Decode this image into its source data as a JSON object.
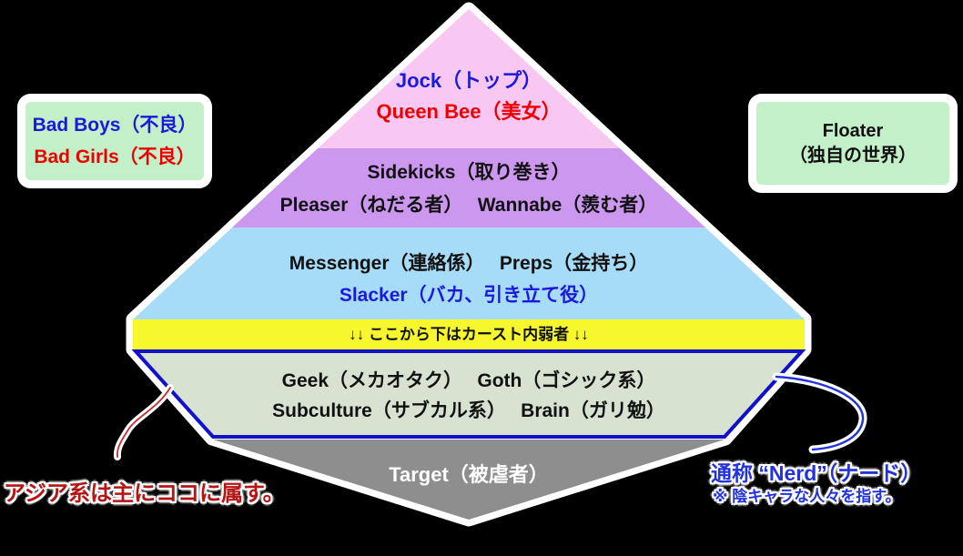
{
  "background_color": "#000000",
  "pyramid": {
    "outline_color": "#ffffff",
    "layers": [
      {
        "id": "top",
        "fill": "#f8c8f2",
        "lines": [
          {
            "text": "Jock（トップ）",
            "color": "#1a1add"
          },
          {
            "text": "Queen Bee（美女）",
            "color": "#ee0000"
          }
        ]
      },
      {
        "id": "sidekicks",
        "fill": "#cb97ef",
        "lines": [
          {
            "text": "Sidekicks（取り巻き）",
            "color": "#111111"
          },
          {
            "text": "Pleaser（ねだる者）　 Wannabe（羨む者）",
            "color": "#111111"
          }
        ]
      },
      {
        "id": "middle",
        "fill": "#a6dcf7",
        "lines": [
          {
            "text": "Messenger（連絡係）　 Preps（金持ち）",
            "color": "#111111"
          },
          {
            "text": "Slacker（バカ、引き立て役）",
            "color": "#1a1add"
          }
        ]
      },
      {
        "id": "divider",
        "fill": "#f7f72e",
        "lines": [
          {
            "text": "↓↓ ここから下はカースト内弱者 ↓↓",
            "color": "#111111"
          }
        ]
      },
      {
        "id": "lower",
        "fill": "#d7e3d0",
        "border": "#1111cc",
        "lines": [
          {
            "text": "Geek（メカオタク）　 Goth（ゴシック系）",
            "color": "#111111"
          },
          {
            "text": "Subculture（サブカル系）　 Brain（ガリ勉）",
            "color": "#111111"
          }
        ]
      },
      {
        "id": "bottom",
        "fill": "#8e8e8e",
        "lines": [
          {
            "text": "Target（被虐者）",
            "color": "#ffffff"
          }
        ]
      }
    ]
  },
  "side_notes": {
    "bad_box": {
      "bg": "#c3f0c8",
      "lines": [
        {
          "text": "Bad Boys（不良）",
          "color": "#1a1add"
        },
        {
          "text": "Bad Girls（不良）",
          "color": "#ee0000"
        }
      ]
    },
    "floater_box": {
      "bg": "#c3f0c8",
      "lines": [
        {
          "text": "Floater",
          "color": "#111111"
        },
        {
          "text": "（独自の世界）",
          "color": "#111111"
        }
      ]
    }
  },
  "annotations": {
    "asia": {
      "text": "アジア系は主にココに属す。",
      "color": "#b51515"
    },
    "nerd": {
      "title": "通称 “Nerd”（ナード）",
      "note": "※ 陰キャラな人々を指す。",
      "color": "#2233dd"
    }
  }
}
